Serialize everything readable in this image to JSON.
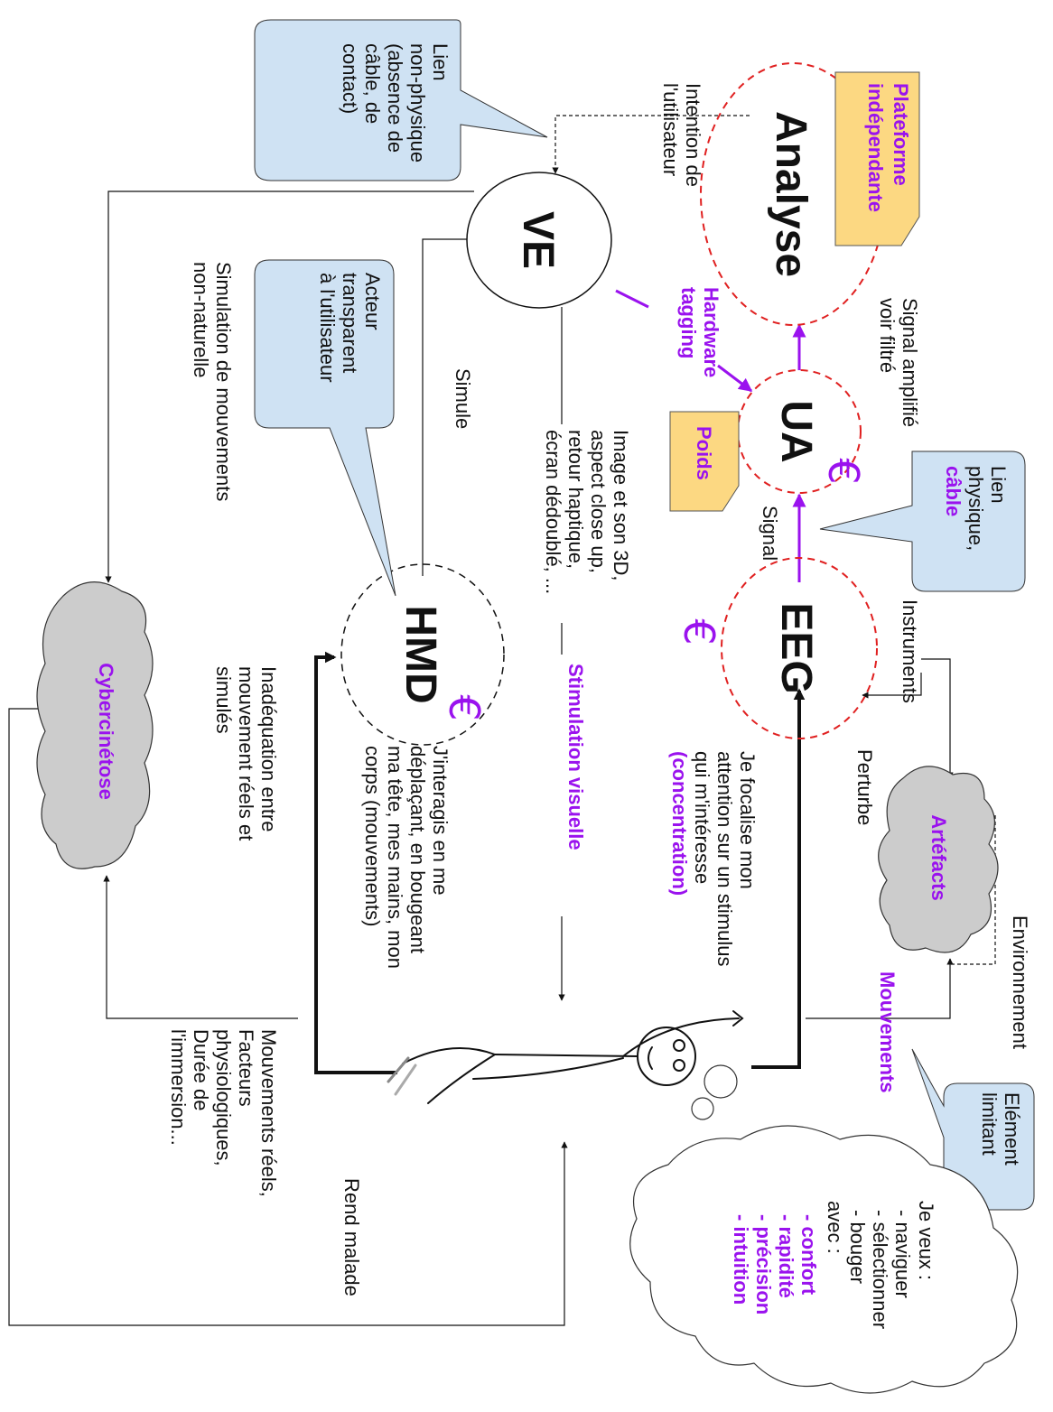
{
  "nodes": {
    "analyse": "Analyse",
    "ua": "UA",
    "eeg": "EEG",
    "ve": "VE",
    "hmd": "HMD"
  },
  "clouds": {
    "artefacts": "Artéfacts",
    "cybercinetose": "Cybercinétose"
  },
  "notes": {
    "plateforme": [
      "Plateforme",
      "indépendante"
    ],
    "poids": "Poids"
  },
  "callouts": {
    "lien_non_physique": [
      "Lien",
      "non-physique",
      "(absence de",
      "câble, de",
      "contact)"
    ],
    "lien_physique": [
      "Lien",
      "physique,",
      "câble"
    ],
    "acteur": [
      "Acteur",
      "transparent",
      "à l'utilisateur"
    ],
    "element": [
      "Elément",
      "limitant"
    ]
  },
  "labels": {
    "intention": [
      "Intention de",
      "l'utilisateur"
    ],
    "signal_amplifie": [
      "Signal amplifié",
      "voir filtré"
    ],
    "signal": "Signal",
    "hardware_tagging": [
      "Hardware",
      "tagging"
    ],
    "instruments": "Instruments",
    "perturbe": "Perturbe",
    "environnement": "Environnement",
    "mouvements": "Mouvements",
    "je_focalise": [
      "Je focalise mon",
      "attention sur un stimulus",
      "qui m'intéresse",
      "(concentration)"
    ],
    "image_son": [
      "Image et son 3D,",
      "aspect close up,",
      "retour haptique,",
      "écran dédoublé, ..."
    ],
    "stimulation": "Stimulation visuelle",
    "simule": "Simule",
    "simulation_mvt": [
      "Simulation de mouvements",
      "non-naturelle"
    ],
    "j_interagis": [
      "J'interagis en me",
      "déplaçant, en bougeant",
      "ma tête, mes mains, mon",
      "corps (mouvements)"
    ],
    "inadequation": [
      "Inadéquation entre",
      "mouvement réels et",
      "simulés"
    ],
    "mvt_reels": [
      "Mouvements réels,",
      "Facteurs",
      "physiologiques,",
      "Durée de",
      "l'immersion..."
    ],
    "rend_malade": "Rend malade"
  },
  "thought": {
    "je_veux": "Je veux :",
    "actions": [
      "-  naviguer",
      "-  sélectionner",
      "-  bouger"
    ],
    "avec": "avec :",
    "qualities": [
      "-  confort",
      "-  rapidité",
      "-  précision",
      "-  intuition"
    ]
  },
  "symbols": {
    "euro": "€"
  },
  "colors": {
    "purple": "#9a12ee",
    "red_dash": "#e02020",
    "note_yellow": "#fcd882",
    "callout_blue": "#cfe2f3",
    "cloud_gray": "#cccccc"
  }
}
